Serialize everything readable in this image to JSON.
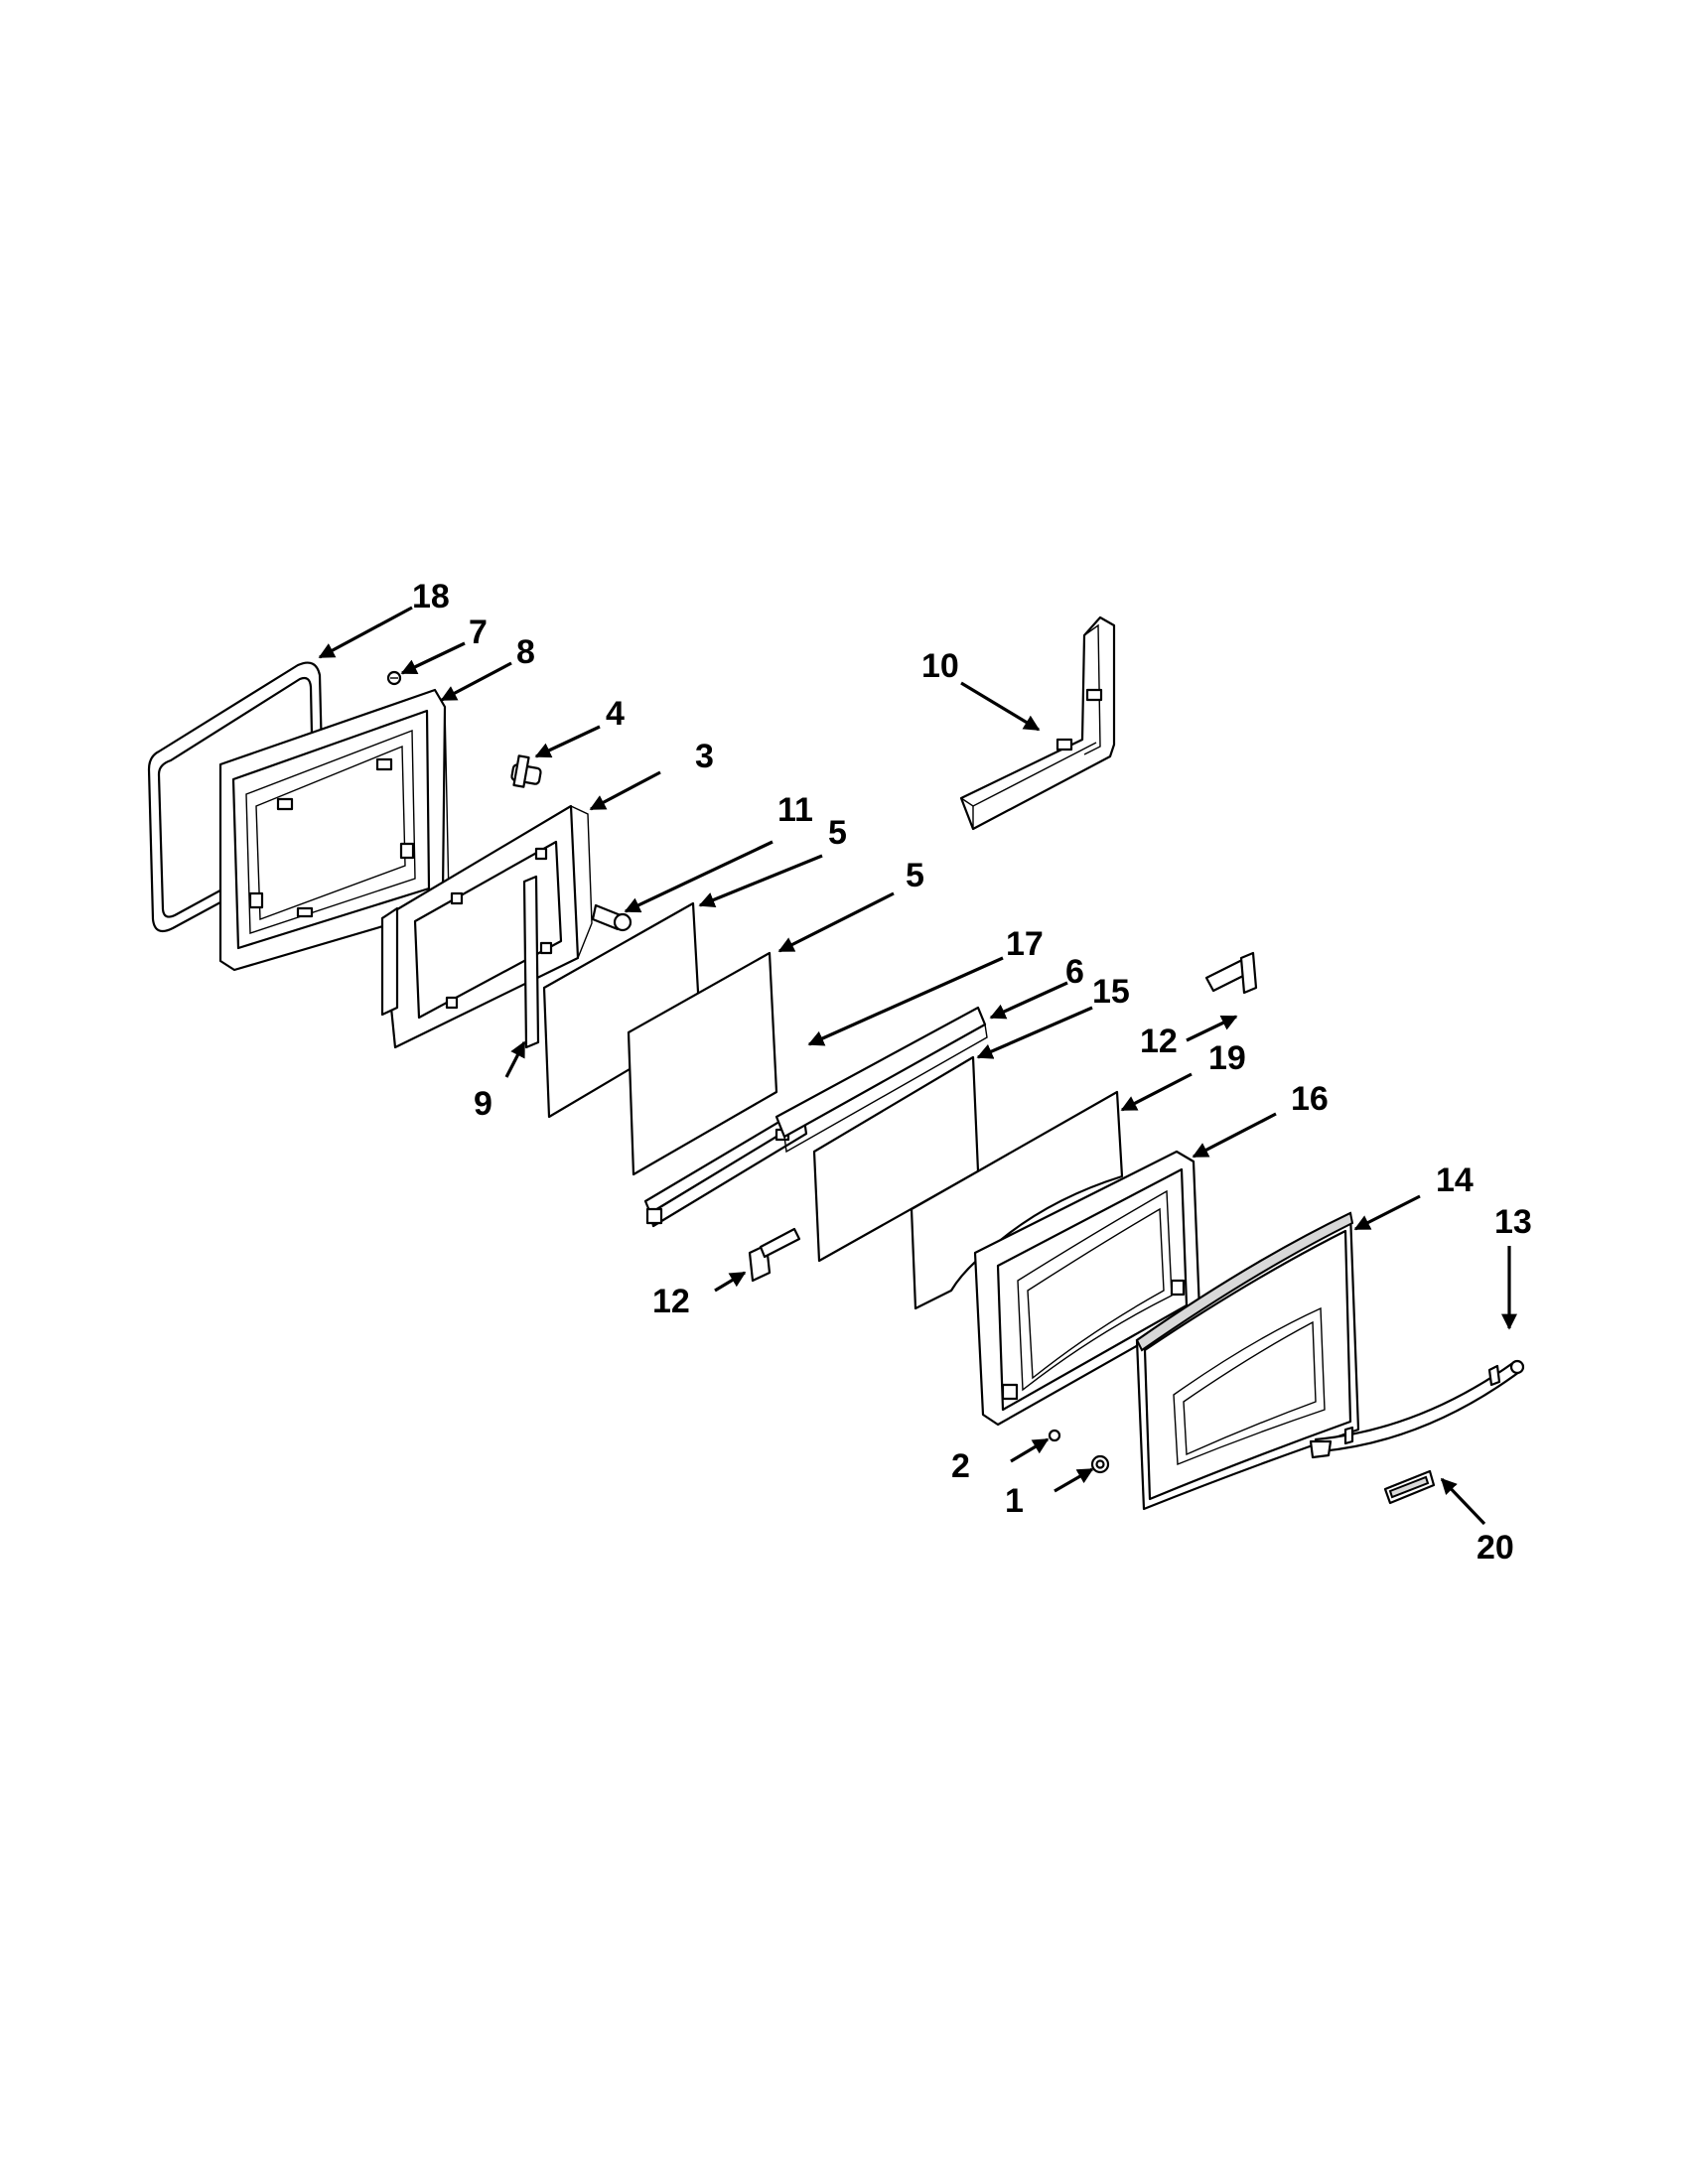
{
  "callouts": {
    "c18": "18",
    "c7": "7",
    "c8": "8",
    "c4": "4",
    "c3": "3",
    "c11": "11",
    "c5a": "5",
    "c5b": "5",
    "c9": "9",
    "c10": "10",
    "c17": "17",
    "c6": "6",
    "c15": "15",
    "c12a": "12",
    "c19": "19",
    "c16": "16",
    "c12b": "12",
    "c14": "14",
    "c13": "13",
    "c2": "2",
    "c1": "1",
    "c20": "20"
  }
}
